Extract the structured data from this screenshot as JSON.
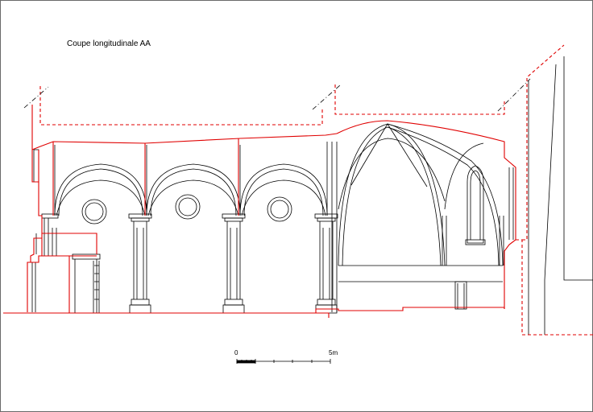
{
  "drawing": {
    "title": "Coupe longitudinale AA",
    "scale_start_label": "0",
    "scale_end_label": "5m"
  },
  "colors": {
    "section_cut": "#e00000",
    "elevation_line": "#000000",
    "frame": "#6a6a6a"
  }
}
